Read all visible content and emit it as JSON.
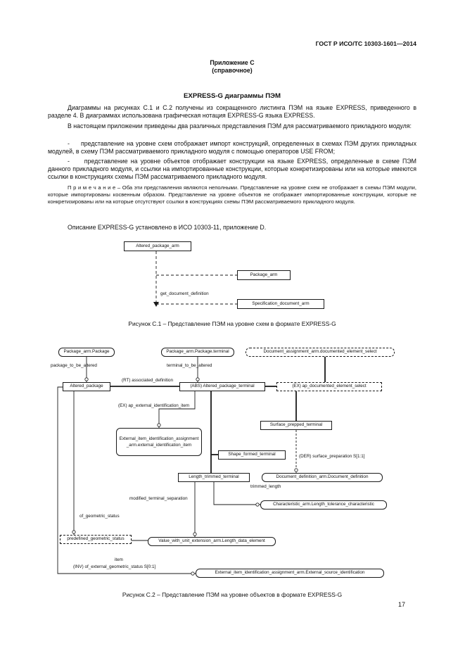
{
  "page": {
    "doc_number": "ГОСТ Р ИСО/ТС 10303-1601—2014",
    "page_number": "17"
  },
  "appendix": {
    "title": "Приложение С",
    "subtitle": "(справочное)",
    "heading": "EXPRESS-G диаграммы ПЭМ"
  },
  "paragraphs": {
    "p1": "Диаграммы на рисунках С.1 и С.2 получены из сокращенного листинга ПЭМ на языке EXPRESS, приведенного в разделе 4. В диаграммах использована графическая нотация EXPRESS-G языка EXPRESS.",
    "p2": "В настоящем приложении приведены два различных представления ПЭМ для рассматриваемого прикладного модуля:",
    "li1": "-     представление на уровне схем отображает импорт конструкций, определенных в схемах ПЭМ других прикладных модулей, в схему ПЭМ рассматриваемого прикладного модуля с помощью операторов USE FROM;",
    "li2": "-     представление на уровне объектов отображает конструкции на языке EXPRESS, определенные в схеме ПЭМ данного прикладного модуля, и ссылки на импортированные конструкции, которые конкретизированы или на которые имеются ссылки в конструкциях схемы ПЭМ рассматриваемого прикладного модуля.",
    "note": "П р и м е ч а н и е – Оба эти представления являются неполными. Представление на уровне схем не отображает в схемы ПЭМ модули, которые импортированы косвенным образом. Представление на уровне объектов не отображает импортированные конструкции, которые не конкретизированы или на которые отсутствуют ссылки в конструкциях схемы ПЭМ рассматриваемого прикладного модуля.",
    "p3": "Описание EXPRESS-G установлено в ИСО 10303-11, приложение D."
  },
  "fig1": {
    "caption": "Рисунок С.1 –  Представление ПЭМ на уровне схем в формате EXPRESS-G",
    "boxes": {
      "altered_package_arm": "Altered_package_arm",
      "package_arm": "Package_arm",
      "specification_document_arm": "Specification_document_arm"
    },
    "labels": {
      "get_document_definition": "get_document_definition"
    }
  },
  "fig2": {
    "caption": "Рисунок С.2 –  Представление ПЭМ на уровне объектов в формате EXPRESS-G",
    "boxes": {
      "package": "Package_arm.Package",
      "package_terminal": "Package_arm.Package.terminal",
      "documented_element_select": "Document_assignment_arm.documented_element_select",
      "altered_package": "Altered_package",
      "altered_package_terminal": "(ABS) Altered_package_terminal",
      "ap_documented_element_select": "(EX) ap_documented_element_select",
      "external_identification_item": "External_item_identification_assignment_arm.external_identification_item",
      "surface_prepped_terminal": "Surface_prepped_terminal",
      "shape_formed_terminal": "Shape_formed_terminal",
      "length_trimmed_terminal": "Length_trimmed_terminal",
      "document_definition": "Document_definition_arm.Document_definition",
      "length_tolerance_characteristic": "Characteristic_arm.Length_tolerance_characteristic",
      "predefined_geometric_status": "predefined_geometric_status",
      "length_data_element": "Value_with_unit_extension_arm.Length_data_element",
      "external_source_identification": "External_item_identification_assignment_arm.External_source_identification"
    },
    "labels": {
      "package_to_be_altered": "package_to_be_altered",
      "terminal_to_be_altered": "terminal_to_be_altered",
      "associated_definition": "(RT) associated_definition",
      "ap_external_identification_item": "(EX) ap_external_identification_item",
      "surface_preparation": "(DER) surface_preparation S[1:1]",
      "trimmed_length": "trimmed_length",
      "modified_terminal_separation": "modified_terminal_separation",
      "of_geometric_status": "of_geometric_status",
      "item": "item",
      "of_external_geometric_status": "(INV) of_external_geometric_status S[0:1]"
    }
  }
}
